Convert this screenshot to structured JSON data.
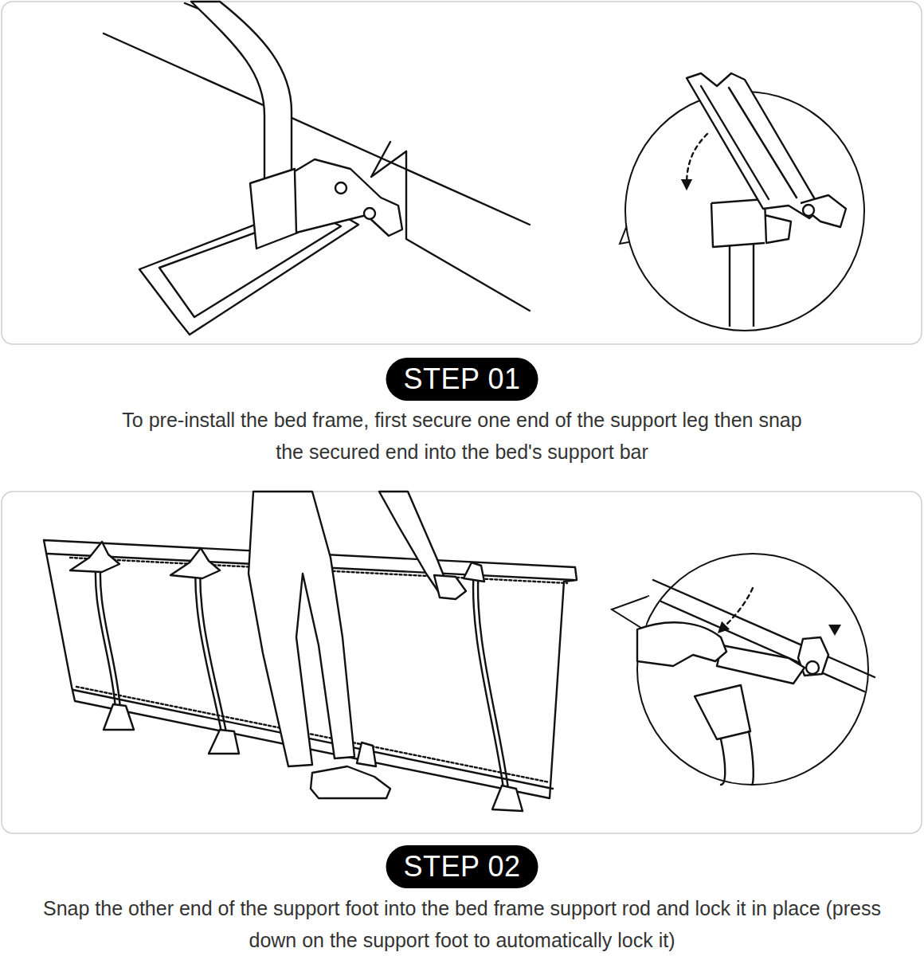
{
  "diagram": {
    "nodes": [
      {
        "text": [
          "STEP 01"
        ]
      },
      {
        "text": [
          "STEP 02"
        ]
      }
    ],
    "labels": [
      "To pre-install the bed frame, first secure one end of the support leg then snap the secured end into the bed's support bar",
      "Snap the other end of the support foot into the bed frame support rod and lock it in place (press down on the support foot to automatically lock it)"
    ]
  }
}
